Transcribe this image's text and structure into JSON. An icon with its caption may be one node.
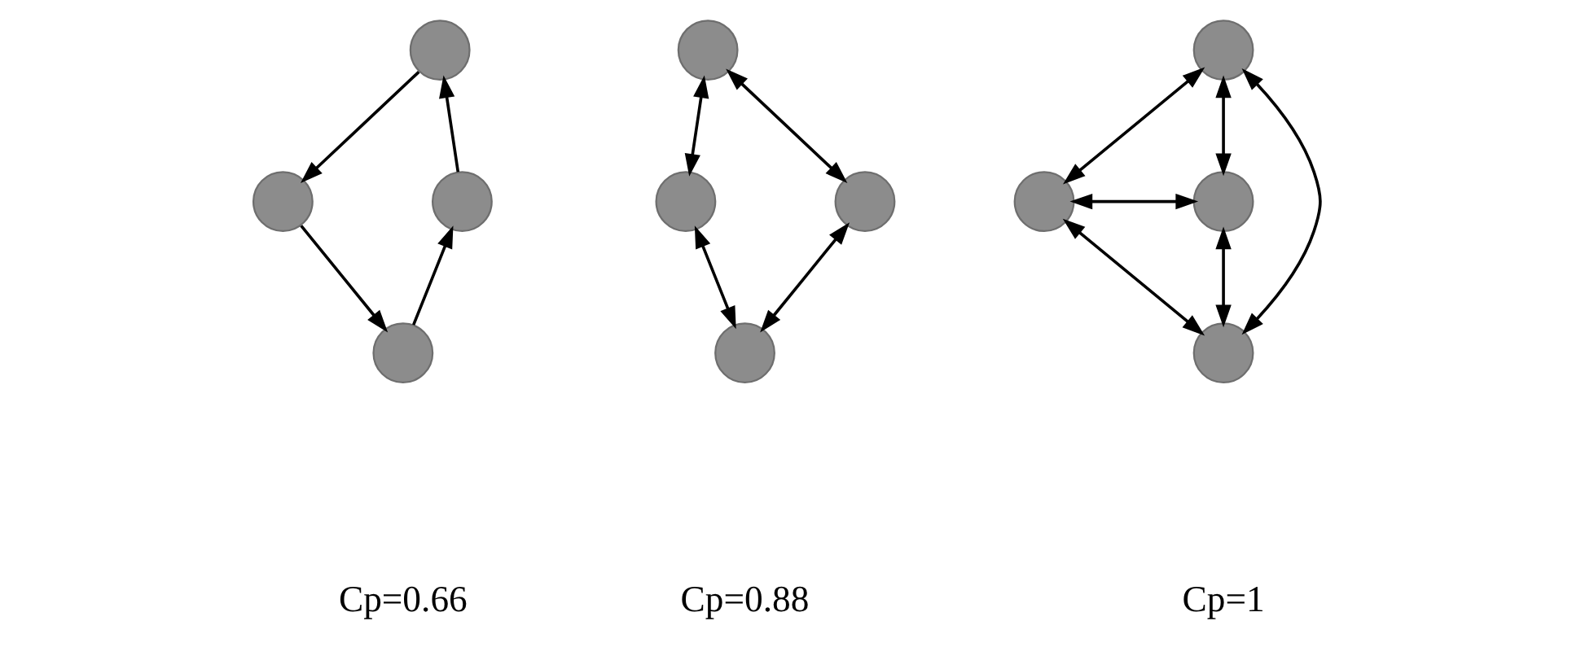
{
  "diagram": {
    "nodes": [
      {
        "text": [],
        "shape": "circle"
      },
      {
        "text": [],
        "shape": "circle"
      },
      {
        "text": [],
        "shape": "circle"
      },
      {
        "text": [],
        "shape": "circle"
      },
      {
        "text": [],
        "shape": "circle"
      },
      {
        "text": [],
        "shape": "circle"
      },
      {
        "text": [],
        "shape": "circle"
      },
      {
        "text": [],
        "shape": "circle"
      },
      {
        "text": [],
        "shape": "circle"
      },
      {
        "text": [],
        "shape": "circle"
      },
      {
        "text": [],
        "shape": "circle"
      },
      {
        "text": [],
        "shape": "circle"
      }
    ],
    "edges": [
      {
        "from": 1,
        "to": 0,
        "arrow": "to"
      },
      {
        "from": 0,
        "to": 2,
        "arrow": "to"
      },
      {
        "from": 2,
        "to": 3,
        "arrow": "to"
      },
      {
        "from": 3,
        "to": 1,
        "arrow": "to"
      },
      {
        "from": 4,
        "to": 5,
        "arrow": "both"
      },
      {
        "from": 4,
        "to": 6,
        "arrow": "both"
      },
      {
        "from": 5,
        "to": 7,
        "arrow": "both"
      },
      {
        "from": 6,
        "to": 7,
        "arrow": "both"
      },
      {
        "from": 8,
        "to": 9,
        "arrow": "both"
      },
      {
        "from": 8,
        "to": 10,
        "arrow": "both"
      },
      {
        "from": 9,
        "to": 11,
        "arrow": "both"
      },
      {
        "from": 10,
        "to": 11,
        "arrow": "both"
      },
      {
        "from": 9,
        "to": 10,
        "arrow": "both"
      },
      {
        "from": 8,
        "to": 11,
        "arrow": "both"
      }
    ],
    "labels": [
      "Cp=0.66",
      "Cp=0.88",
      "Cp=1"
    ]
  }
}
